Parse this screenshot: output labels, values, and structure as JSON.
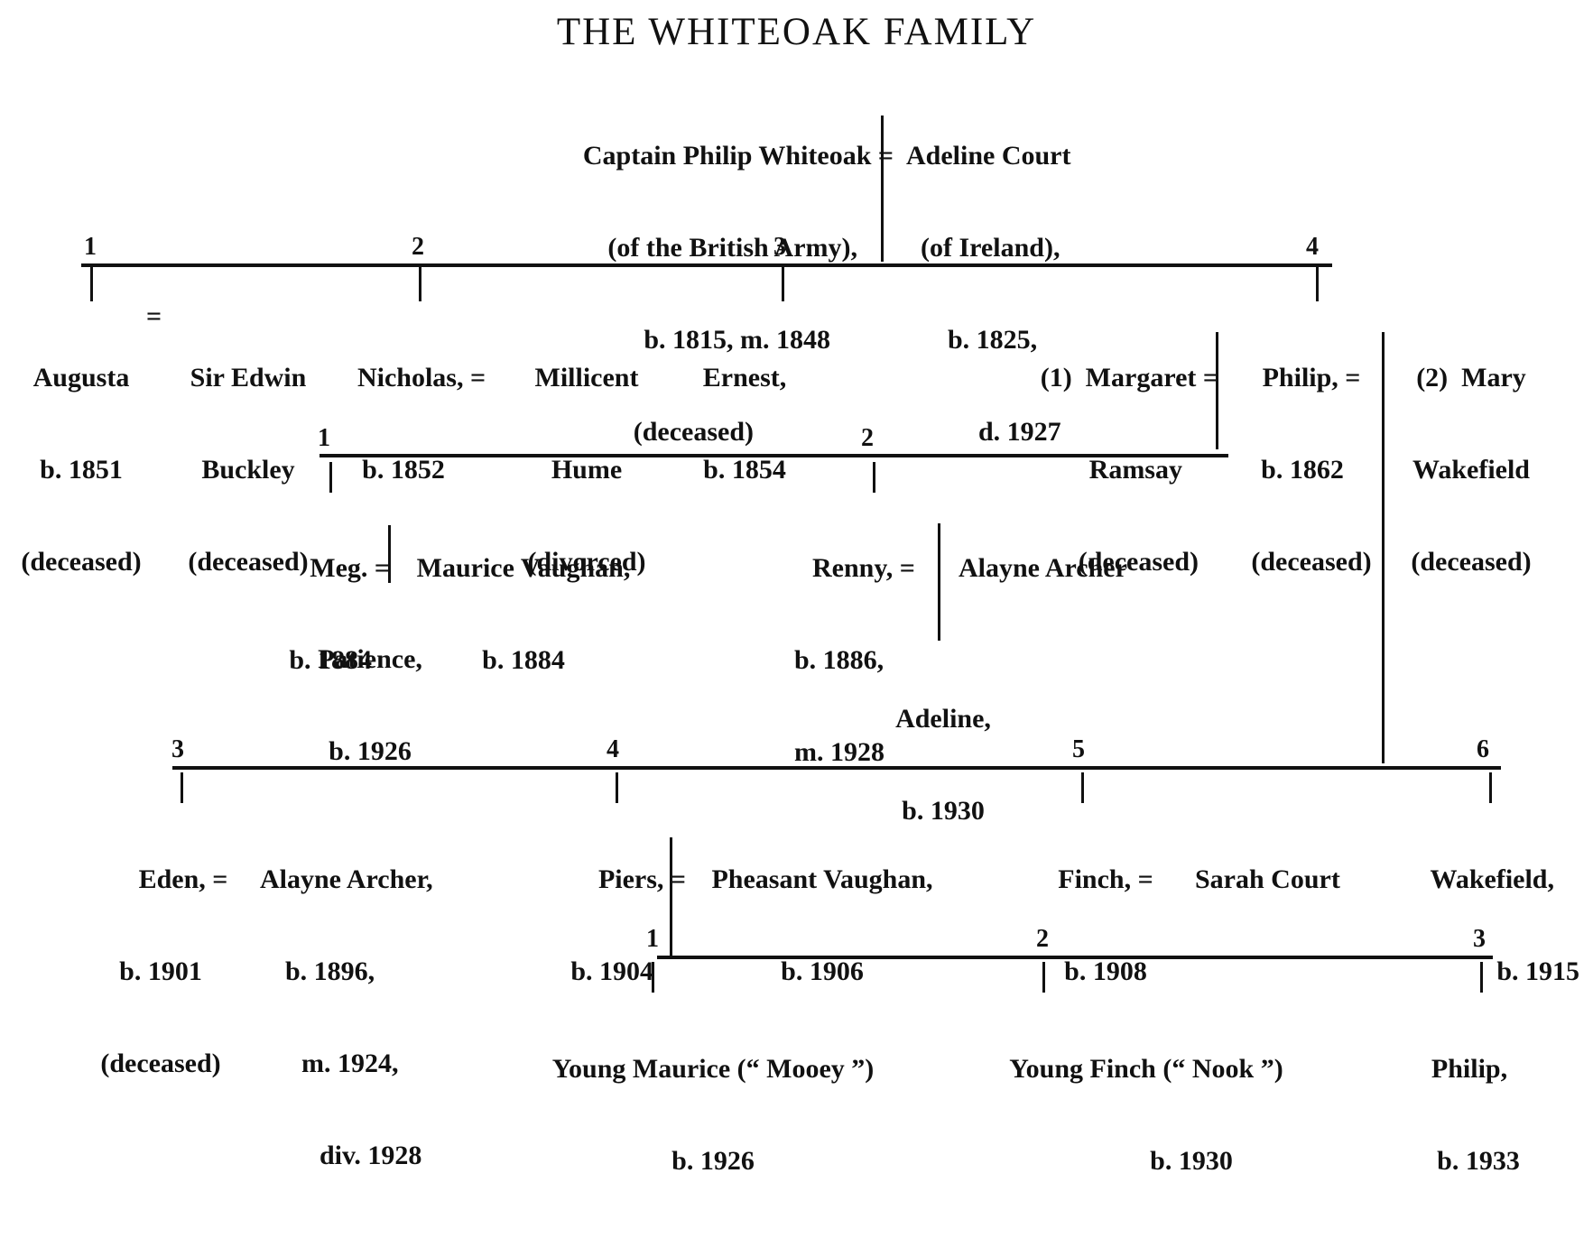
{
  "title": "THE WHITEOAK FAMILY",
  "gen1": {
    "philip": [
      "Captain Philip Whiteoak =",
      "(of the British Army),",
      "b. 1815, m. 1848",
      "(deceased)"
    ],
    "adeline": [
      "Adeline Court",
      "(of Ireland),",
      "b. 1825,",
      "d. 1927"
    ]
  },
  "gen2_numbers": [
    "1",
    "2",
    "3",
    "4"
  ],
  "gen2": {
    "augusta": [
      "Augusta",
      "b. 1851",
      "(deceased)"
    ],
    "augusta_eq": "=",
    "edwin": [
      "Sir Edwin",
      "Buckley",
      "(deceased)"
    ],
    "nicholas": [
      "Nicholas, =",
      "b. 1852"
    ],
    "millicent": [
      "Millicent",
      "Hume",
      "(divorced)"
    ],
    "ernest": [
      "Ernest,",
      "b. 1854"
    ],
    "margaret": [
      "(1)  Margaret =",
      "Ramsay",
      "(deceased)"
    ],
    "philip": [
      "Philip, =",
      "b. 1862",
      "(deceased)"
    ],
    "mary": [
      "(2)  Mary",
      "Wakefield",
      "(deceased)"
    ]
  },
  "gen3a_numbers": [
    "1",
    "2"
  ],
  "gen3a": {
    "meg": [
      "Meg. =",
      "b. 1884"
    ],
    "maurice": [
      "Maurice Vaughan,",
      "b. 1884"
    ],
    "patience": [
      "Patience,",
      "b. 1926"
    ],
    "renny": [
      "Renny, =",
      "b. 1886,",
      "m. 1928"
    ],
    "alayne": [
      "Alayne Archer"
    ],
    "adeline": [
      "Adeline,",
      "b. 1930"
    ]
  },
  "gen3b_numbers": [
    "3",
    "4",
    "5",
    "6"
  ],
  "gen3b": {
    "eden": [
      "Eden, =",
      "b. 1901",
      "(deceased)"
    ],
    "alayne": [
      "Alayne Archer,",
      "b. 1896,",
      "m. 1924,",
      "div. 1928"
    ],
    "piers": [
      "Piers, =",
      "b. 1904"
    ],
    "pheasant": [
      "Pheasant Vaughan,",
      "b. 1906"
    ],
    "finch": [
      "Finch, =",
      "b. 1908"
    ],
    "sarah": [
      "Sarah Court"
    ],
    "wakefield": [
      "Wakefield,",
      "b. 1915"
    ]
  },
  "gen4_numbers": [
    "1",
    "2",
    "3"
  ],
  "gen4": {
    "maurice": [
      "Young Maurice (“ Mooey ”)",
      "b. 1926"
    ],
    "finch": [
      "Young Finch (“ Nook ”)",
      "b. 1930"
    ],
    "philip": [
      "Philip,",
      "b. 1933"
    ]
  }
}
